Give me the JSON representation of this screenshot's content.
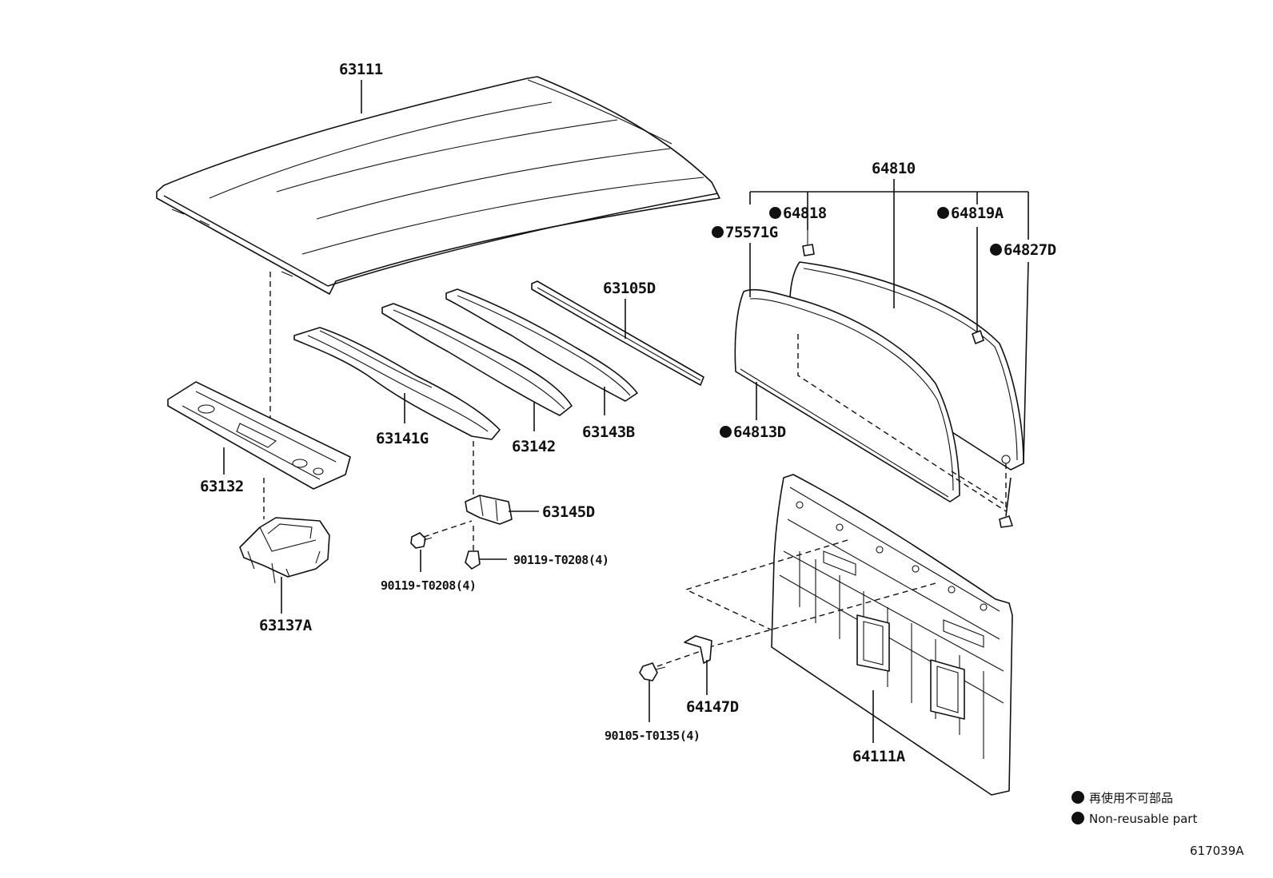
{
  "parts": {
    "p63111": "63111",
    "p64810": "64810",
    "p64818": "64818",
    "p64819A": "64819A",
    "p75571G": "75571G",
    "p64827D": "64827D",
    "p63105D": "63105D",
    "p63141G": "63141G",
    "p63142": "63142",
    "p63143B": "63143B",
    "p64813D": "64813D",
    "p63132": "63132",
    "p63145D": "63145D",
    "p90119a": "90119-T0208(4)",
    "p90119b": "90119-T0208(4)",
    "p63137A": "63137A",
    "p64147D": "64147D",
    "p90105": "90105-T0135(4)",
    "p64111A": "64111A"
  },
  "legend": {
    "line1": "再使用不可部品",
    "line2": "Non-reusable part"
  },
  "illustration_code": "617039A",
  "icons": {
    "non_reusable_marker": "filled-circle",
    "color": "#111111"
  }
}
